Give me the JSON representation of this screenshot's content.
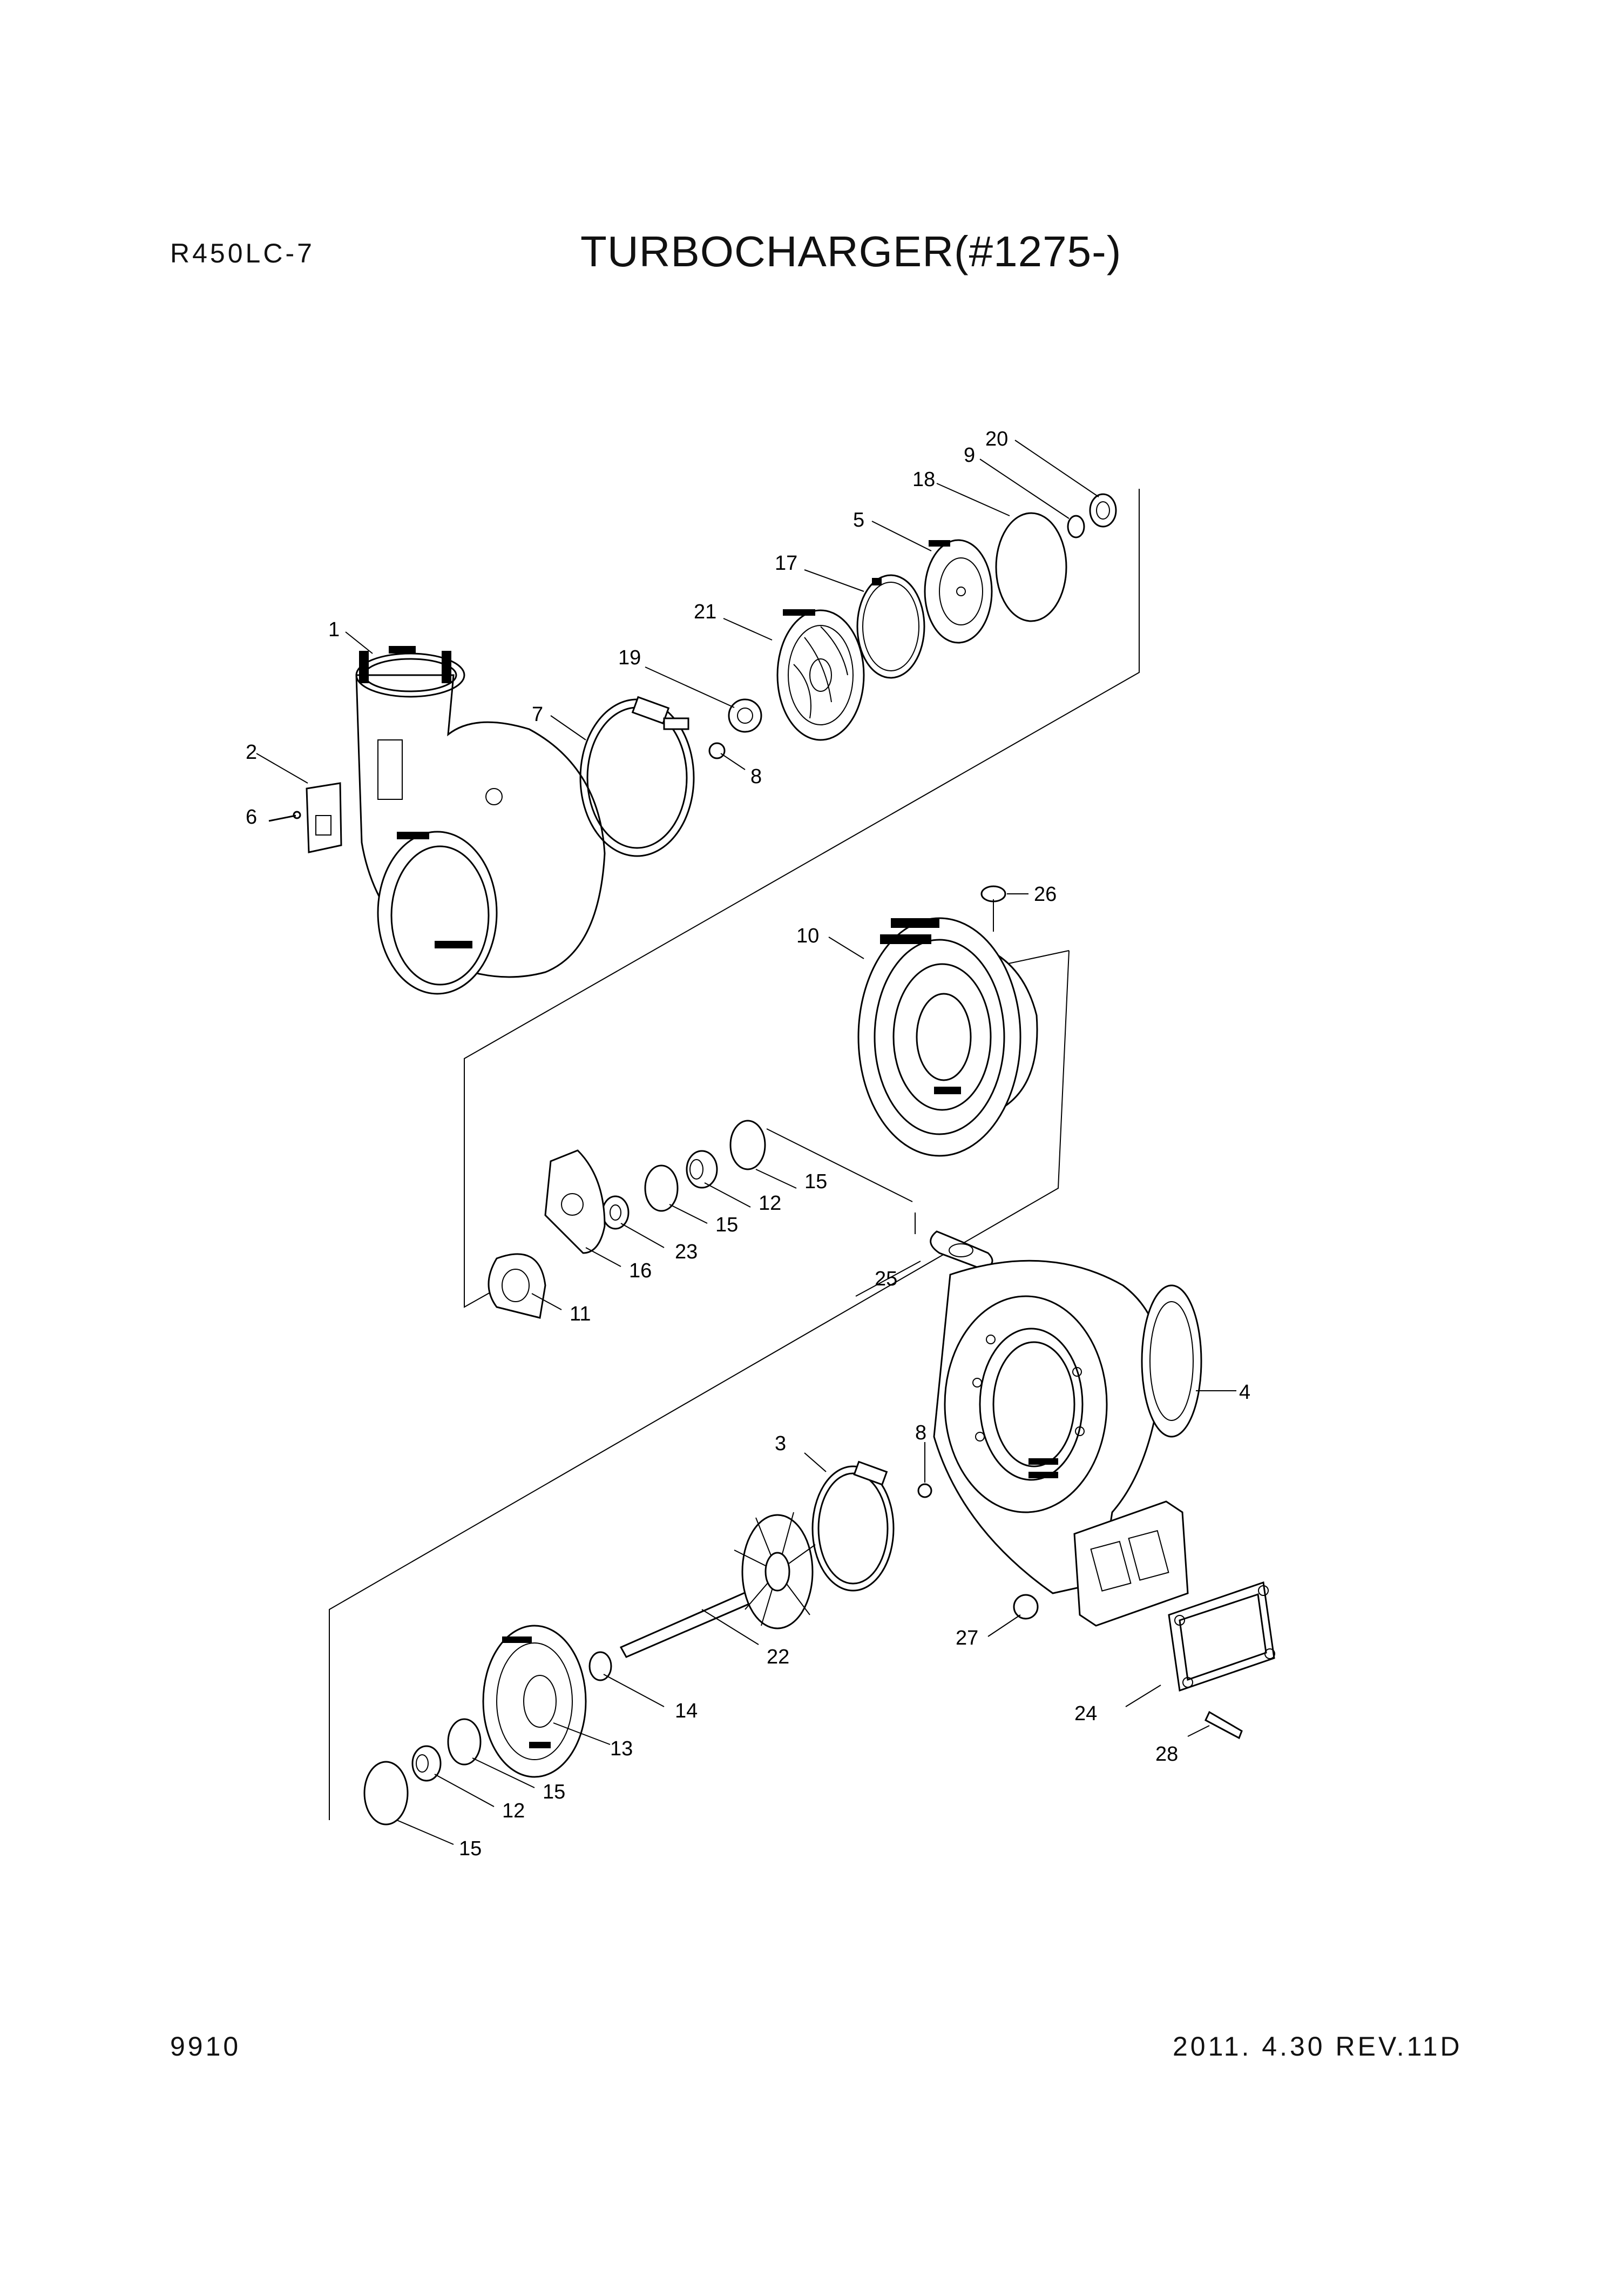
{
  "header": {
    "model": "R450LC-7",
    "title": "TURBOCHARGER(#1275-)"
  },
  "footer": {
    "page": "9910",
    "revision": "2011. 4.30  REV.11D"
  },
  "callouts": [
    "1",
    "2",
    "6",
    "7",
    "19",
    "8",
    "21",
    "17",
    "5",
    "18",
    "9",
    "20",
    "26",
    "10",
    "15",
    "12",
    "15",
    "23",
    "16",
    "11",
    "25",
    "4",
    "3",
    "8",
    "22",
    "14",
    "13",
    "15",
    "12",
    "15",
    "27",
    "24",
    "28"
  ]
}
